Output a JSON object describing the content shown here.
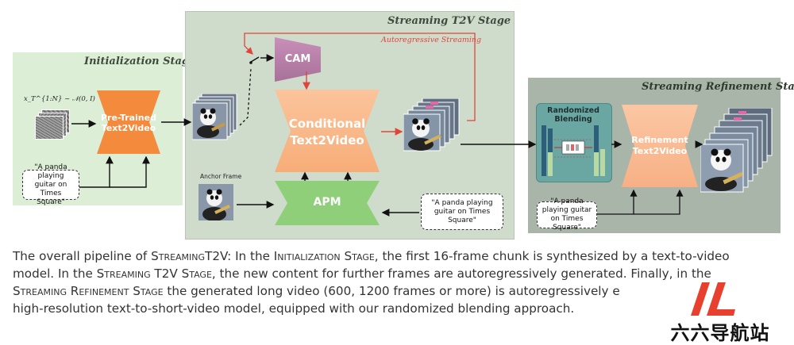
{
  "stages": {
    "init_title": "Initialization Stage",
    "t2v_title": "Streaming T2V Stage",
    "refine_title": "Streaming Refinement Stage"
  },
  "init": {
    "noise_formula": "x_T^{1:N} ~ 𝒩(0, I)",
    "model_label_line1": "Pre-Trained",
    "model_label_line2": "Text2Video",
    "prompt": "\"A panda playing guitar on Times Square\""
  },
  "t2v": {
    "autoregressive_label": "Autoregressive Streaming",
    "cam_label": "CAM",
    "model_label_line1": "Conditional",
    "model_label_line2": "Text2Video",
    "anchor_label": "Anchor Frame",
    "apm_label": "APM",
    "prompt": "\"A panda playing guitar on Times Square\""
  },
  "refine": {
    "blending_label_line1": "Randomized",
    "blending_label_line2": "Blending",
    "model_label_line1": "Refinement",
    "model_label_line2": "Text2Video",
    "prompt": "\"A panda playing guitar on Times Square\""
  },
  "caption": {
    "p1": "The overall pipeline of ",
    "sc1": "Streaming",
    "p2": "T2V: In the ",
    "sc2": "Initialization Stage",
    "p3": ", the first 16-frame chunk is synthesized by a text-to-video model. In the ",
    "sc3": "Streaming T2V Stage",
    "p4": ", the new content for further frames are autoregressively generated. Finally, in the ",
    "sc4": "Streaming Refinement Stage",
    "p5": " the generated long video (600, 1200 frames or more) is autoregressively e",
    "p6": "high-resolution text-to-short-video model, equipped with our randomized blending approach."
  },
  "watermark": {
    "text": "六六导航站"
  },
  "colors": {
    "init_bg": "#dcefd6",
    "t2v_bg": "#cfdccc",
    "refine_bg": "#a9b5a9",
    "orange": "#f48a3c",
    "apricot": "#f9b98c",
    "cam_purple": "#b77fa8",
    "apm_green": "#8fcf79",
    "blend_teal": "#6aa7a3",
    "red": "#e0453a"
  }
}
